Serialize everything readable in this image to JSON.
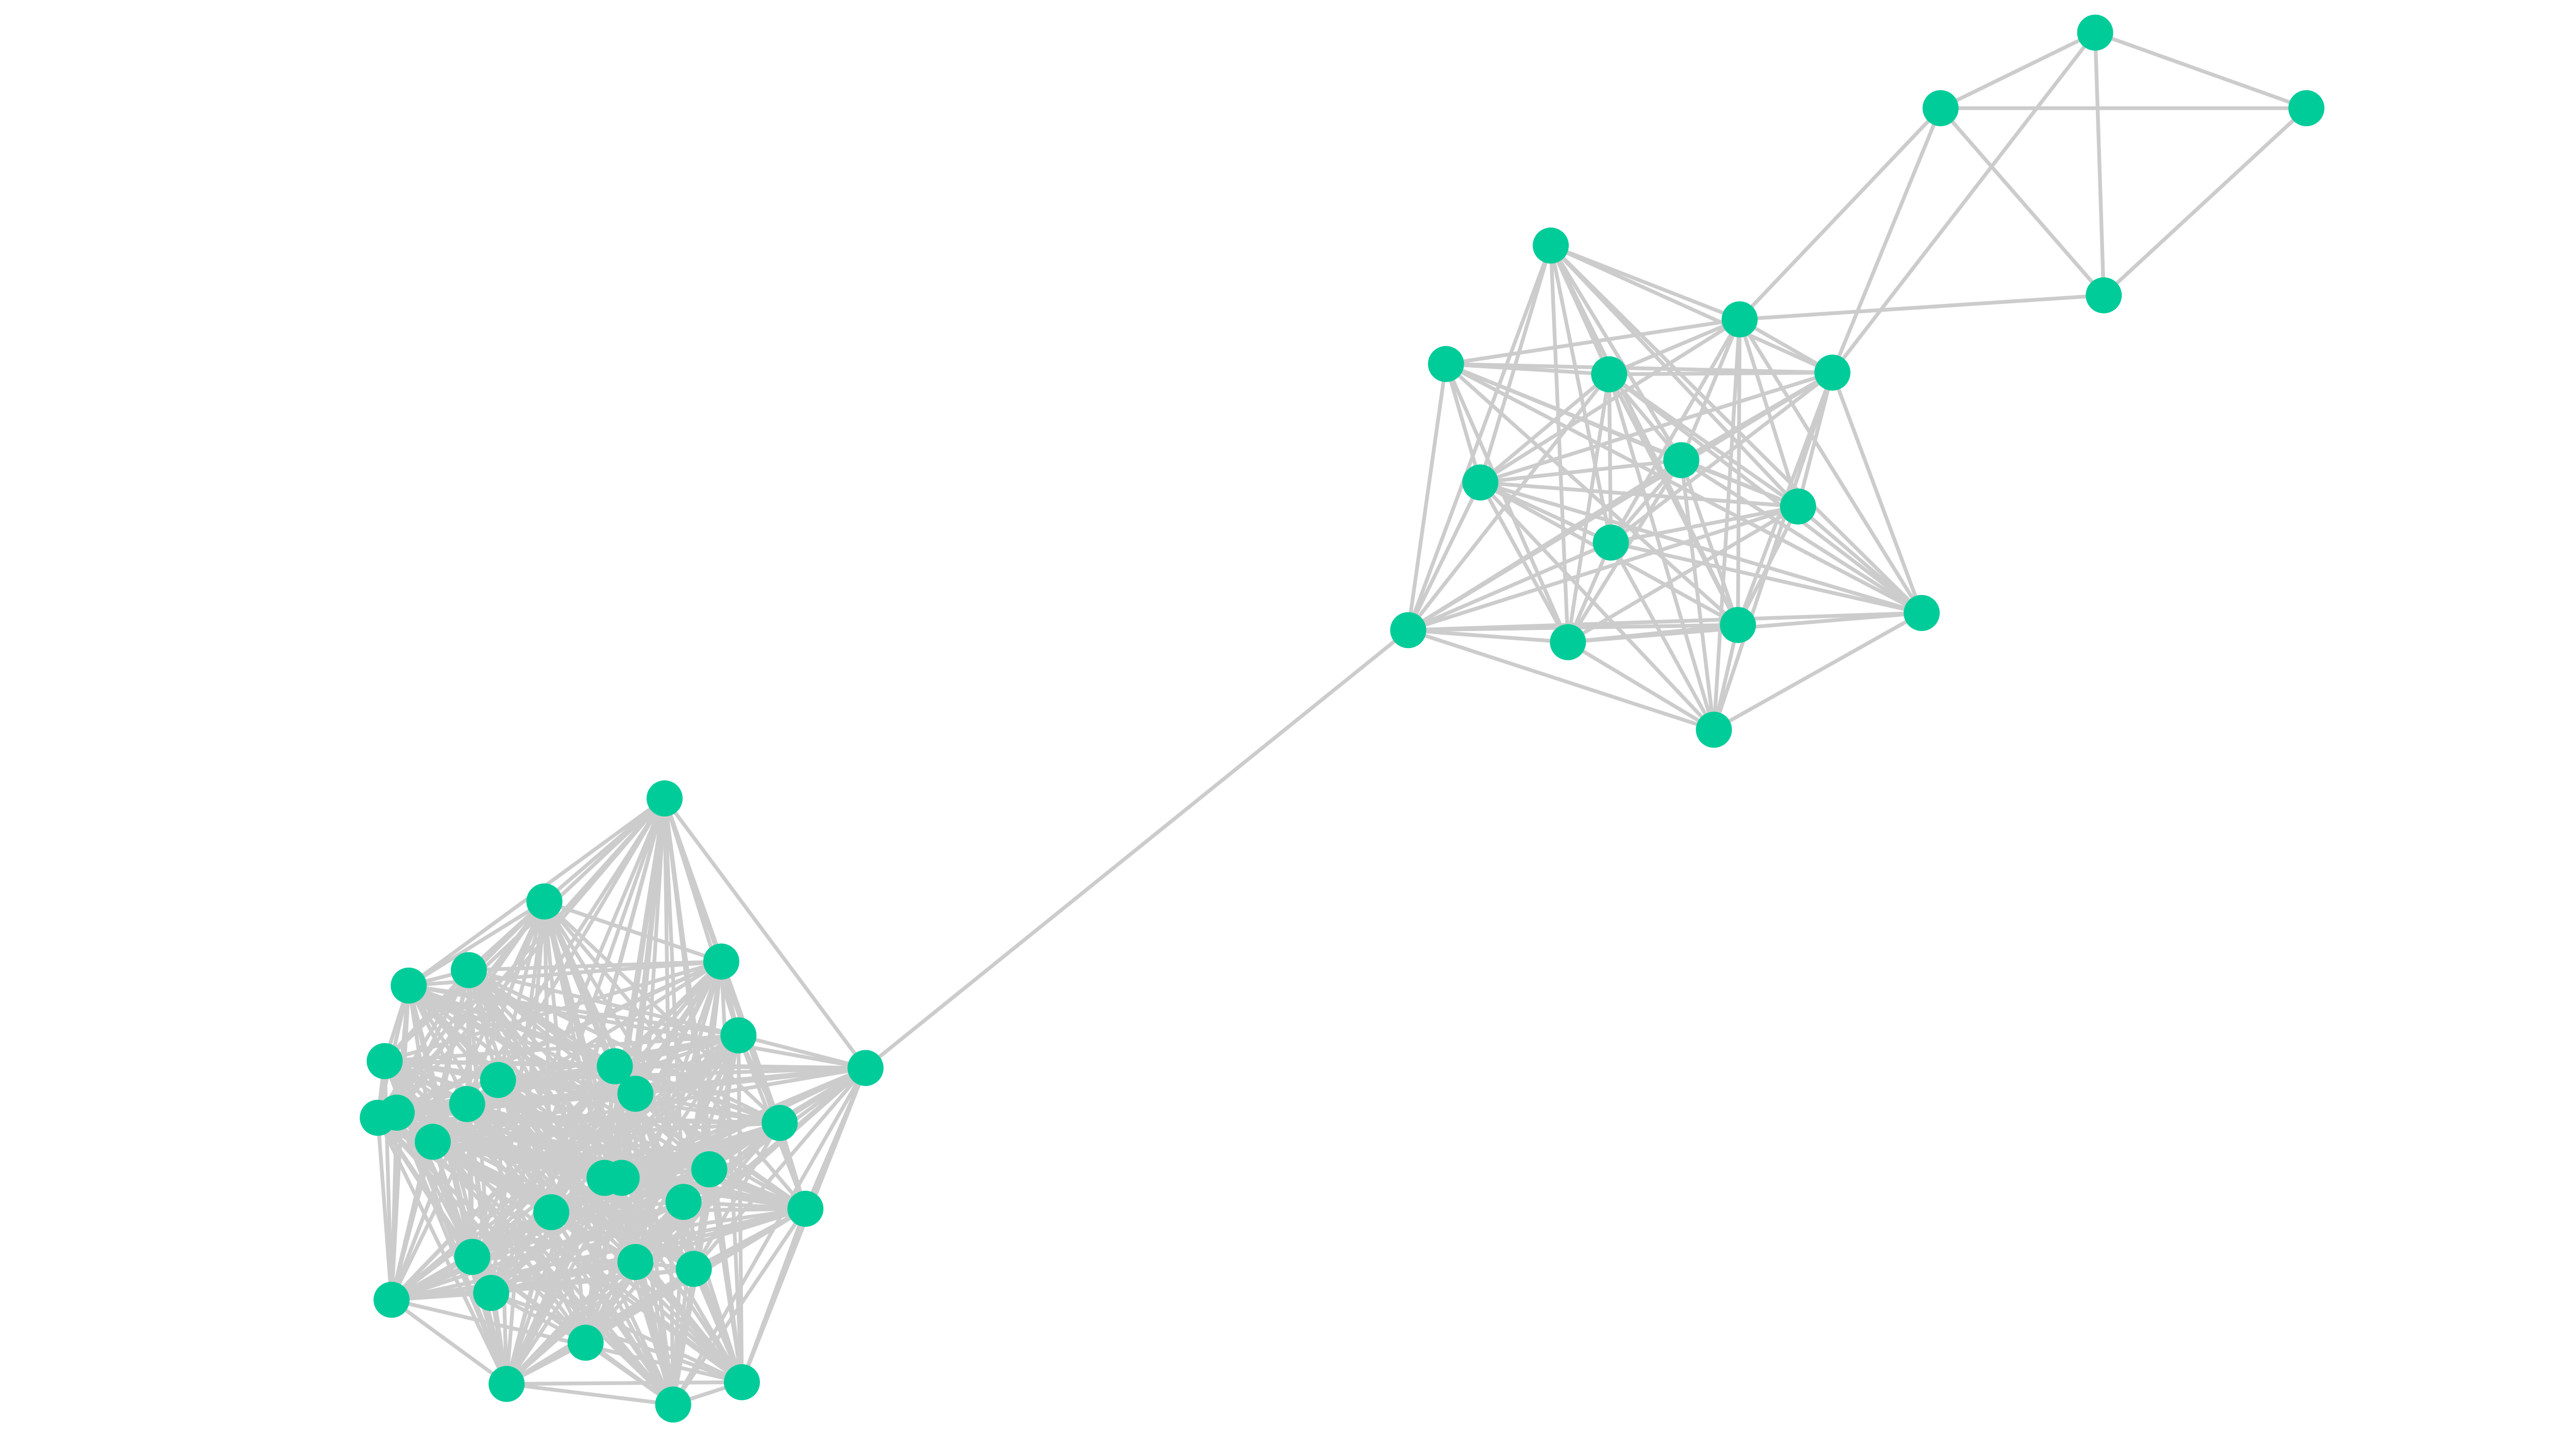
{
  "graph": {
    "node_color": "#00cc99",
    "edge_color": "#cccccc",
    "background": "#ffffff",
    "clusters": [
      {
        "id": "cluster-small",
        "nodes": [
          "s0",
          "s1",
          "s2",
          "s3"
        ],
        "edge_density": 1.0
      },
      {
        "id": "cluster-middle",
        "nodes": [
          "m0",
          "m1",
          "m2",
          "m3",
          "m4",
          "m5",
          "m6",
          "m7",
          "m8",
          "m9",
          "m10",
          "m11",
          "m12",
          "m13"
        ],
        "edge_density": 0.85
      },
      {
        "id": "cluster-large",
        "nodes": [
          "b0",
          "b1",
          "b2",
          "b3",
          "b4",
          "b5",
          "b6",
          "b7",
          "b8",
          "b9",
          "b10",
          "b11",
          "b12",
          "b13",
          "b14",
          "b15",
          "b16",
          "b17",
          "b18",
          "b19",
          "b20",
          "b21",
          "b22",
          "b23",
          "b24",
          "b25",
          "b26",
          "b27",
          "b28",
          "b29",
          "b30"
        ],
        "edge_density": 0.85
      }
    ],
    "extra_edges": [
      [
        "s1",
        "m1"
      ],
      [
        "s1",
        "m4"
      ],
      [
        "s0",
        "m4"
      ],
      [
        "s3",
        "m1"
      ],
      [
        "m9",
        "b30"
      ]
    ]
  }
}
